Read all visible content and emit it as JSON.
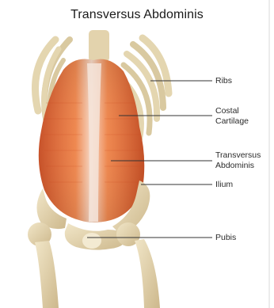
{
  "figure": {
    "title": "Transversus Abdominis",
    "labels": [
      {
        "id": "ribs",
        "lines": [
          "Ribs"
        ]
      },
      {
        "id": "costal",
        "lines": [
          "Costal",
          "Cartilage"
        ]
      },
      {
        "id": "transversus",
        "lines": [
          "Transversus",
          "Abdominis"
        ]
      },
      {
        "id": "ilium",
        "lines": [
          "Ilium"
        ]
      },
      {
        "id": "pubis",
        "lines": [
          "Pubis"
        ]
      }
    ]
  },
  "colors": {
    "muscle": "#e8743a",
    "bone": "#e6d7b3",
    "cartilage": "#d9cfe3",
    "fascia": "#f1e6df",
    "leader": "#333333"
  }
}
